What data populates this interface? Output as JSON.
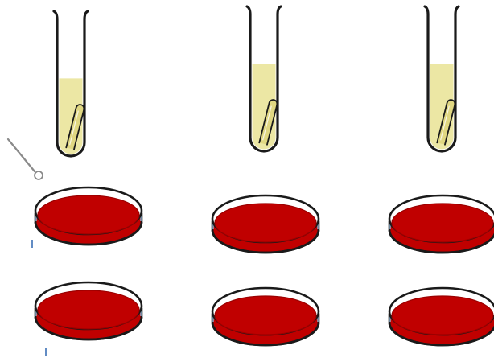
{
  "colors": {
    "background": "#ffffff",
    "outline": "#1a1a1a",
    "broth": "#ece7a4",
    "durham_fill": "#e0d782",
    "agar": "#c00000",
    "agar_dark": "#9b0000",
    "lid": "#ffffff",
    "rim_tint": "#8eb6d8",
    "loop": "#8a8a8a"
  },
  "objects": {
    "tubes": [
      {
        "name": "tube-left",
        "liquid_level": 0.55
      },
      {
        "name": "tube-middle",
        "liquid_level": 0.62
      },
      {
        "name": "tube-right",
        "liquid_level": 0.62
      }
    ],
    "plates": [
      {
        "name": "plate-row1-left"
      },
      {
        "name": "plate-row1-middle"
      },
      {
        "name": "plate-row1-right"
      },
      {
        "name": "plate-row2-left"
      },
      {
        "name": "plate-row2-middle"
      },
      {
        "name": "plate-row2-right"
      }
    ],
    "loop": {
      "name": "inoculating-loop"
    },
    "markers": [
      {
        "name": "marker-tick-row1"
      },
      {
        "name": "marker-tick-row2"
      }
    ]
  }
}
